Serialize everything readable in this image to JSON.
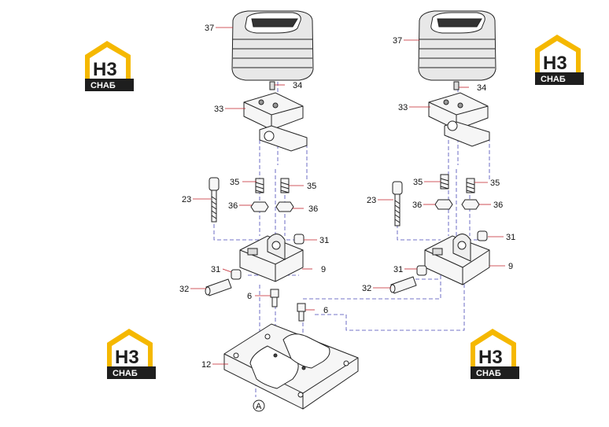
{
  "diagram": {
    "callouts": {
      "left_37": "37",
      "left_34": "34",
      "left_33": "33",
      "left_35a": "35",
      "left_35b": "35",
      "left_23": "23",
      "left_36a": "36",
      "left_36b": "36",
      "left_31a": "31",
      "left_9": "9",
      "left_31b": "31",
      "left_32": "32",
      "left_6a": "6",
      "left_6b": "6",
      "left_12": "12",
      "right_37": "37",
      "right_34": "34",
      "right_33": "33",
      "right_35a": "35",
      "right_35b": "35",
      "right_23": "23",
      "right_36a": "36",
      "right_36b": "36",
      "right_31a": "31",
      "right_9": "9",
      "right_31b": "31",
      "right_32": "32"
    },
    "section_marker": "A"
  },
  "watermark": {
    "letters": "H3",
    "subtitle": "СНАБ",
    "colors": {
      "accent": "#f5b800",
      "dark": "#1e1e1e",
      "white": "#ffffff"
    }
  },
  "colors": {
    "leader": "#c0202a",
    "assembly_line": "#4a4ab8",
    "outline": "#222222",
    "fill": "#f6f6f6"
  }
}
